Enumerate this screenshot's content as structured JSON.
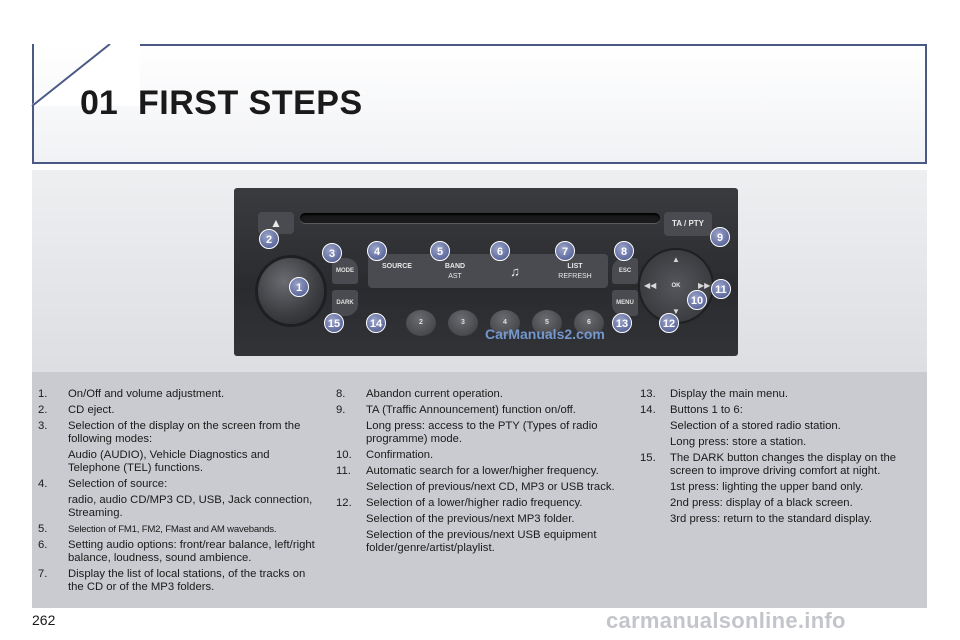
{
  "header": {
    "chapter_number": "01",
    "title": "FIRST STEPS"
  },
  "radio": {
    "buttons": {
      "source": "SOURCE",
      "band": "BAND",
      "band_sub": "AST",
      "note_icon": "music-note-icon",
      "list": "LIST",
      "list_sub": "REFRESH",
      "mode": "MODE",
      "dark": "DARK",
      "esc": "ESC",
      "menu": "MENU",
      "ta_pty": "TA / PTY",
      "ok": "OK",
      "eject_icon": "eject-icon"
    },
    "presets": [
      "2",
      "3",
      "4",
      "5",
      "6"
    ],
    "callouts": [
      "1",
      "2",
      "3",
      "4",
      "5",
      "6",
      "7",
      "8",
      "9",
      "10",
      "11",
      "12",
      "13",
      "14",
      "15"
    ],
    "watermark": "CarManuals2.com"
  },
  "items": {
    "col1": [
      {
        "num": "1.",
        "lines": [
          "On/Off and volume adjustment."
        ]
      },
      {
        "num": "2.",
        "lines": [
          "CD eject."
        ]
      },
      {
        "num": "3.",
        "lines": [
          "Selection of the display on the screen from the following modes:"
        ],
        "subs": [
          "Audio (AUDIO), Vehicle Diagnostics and Telephone (TEL) functions."
        ]
      },
      {
        "num": "4.",
        "lines": [
          "Selection of source:"
        ],
        "subs": [
          "radio, audio CD/MP3 CD, USB, Jack connection, Streaming."
        ]
      },
      {
        "num": "5.",
        "lines": [
          "Selection of FM1, FM2, FMast and AM wavebands."
        ]
      },
      {
        "num": "6.",
        "lines": [
          "Setting audio options: front/rear balance, left/right balance, loudness, sound ambience."
        ]
      },
      {
        "num": "7.",
        "lines": [
          "Display the list of local stations, of the tracks on the CD or of the MP3 folders."
        ]
      }
    ],
    "col2": [
      {
        "num": "8.",
        "lines": [
          "Abandon current operation."
        ]
      },
      {
        "num": "9.",
        "lines": [
          "TA (Traffic Announcement) function on/off."
        ],
        "subs": [
          "Long press: access to the PTY (Types of radio programme) mode."
        ]
      },
      {
        "num": "10.",
        "lines": [
          "Confirmation."
        ]
      },
      {
        "num": "11.",
        "lines": [
          "Automatic search for a lower/higher frequency."
        ],
        "subs": [
          "Selection of previous/next CD, MP3 or USB track."
        ]
      },
      {
        "num": "12.",
        "lines": [
          "Selection of a lower/higher radio frequency."
        ],
        "subs": [
          "Selection of the previous/next MP3 folder.",
          "Selection of the previous/next USB equipment folder/genre/artist/playlist."
        ]
      }
    ],
    "col3": [
      {
        "num": "13.",
        "lines": [
          "Display the main menu."
        ]
      },
      {
        "num": "14.",
        "lines": [
          "Buttons 1 to 6:"
        ],
        "subs": [
          "Selection of a stored radio station.",
          "Long press: store a station."
        ]
      },
      {
        "num": "15.",
        "lines": [
          "The DARK button changes the display on the screen to improve driving comfort at night."
        ],
        "subs": [
          "1st press: lighting the upper band only.",
          "2nd press: display of a black screen.",
          "3rd press: return to the standard display."
        ]
      }
    ]
  },
  "footer": {
    "page_number": "262",
    "watermark": "carmanualsonline.info"
  }
}
